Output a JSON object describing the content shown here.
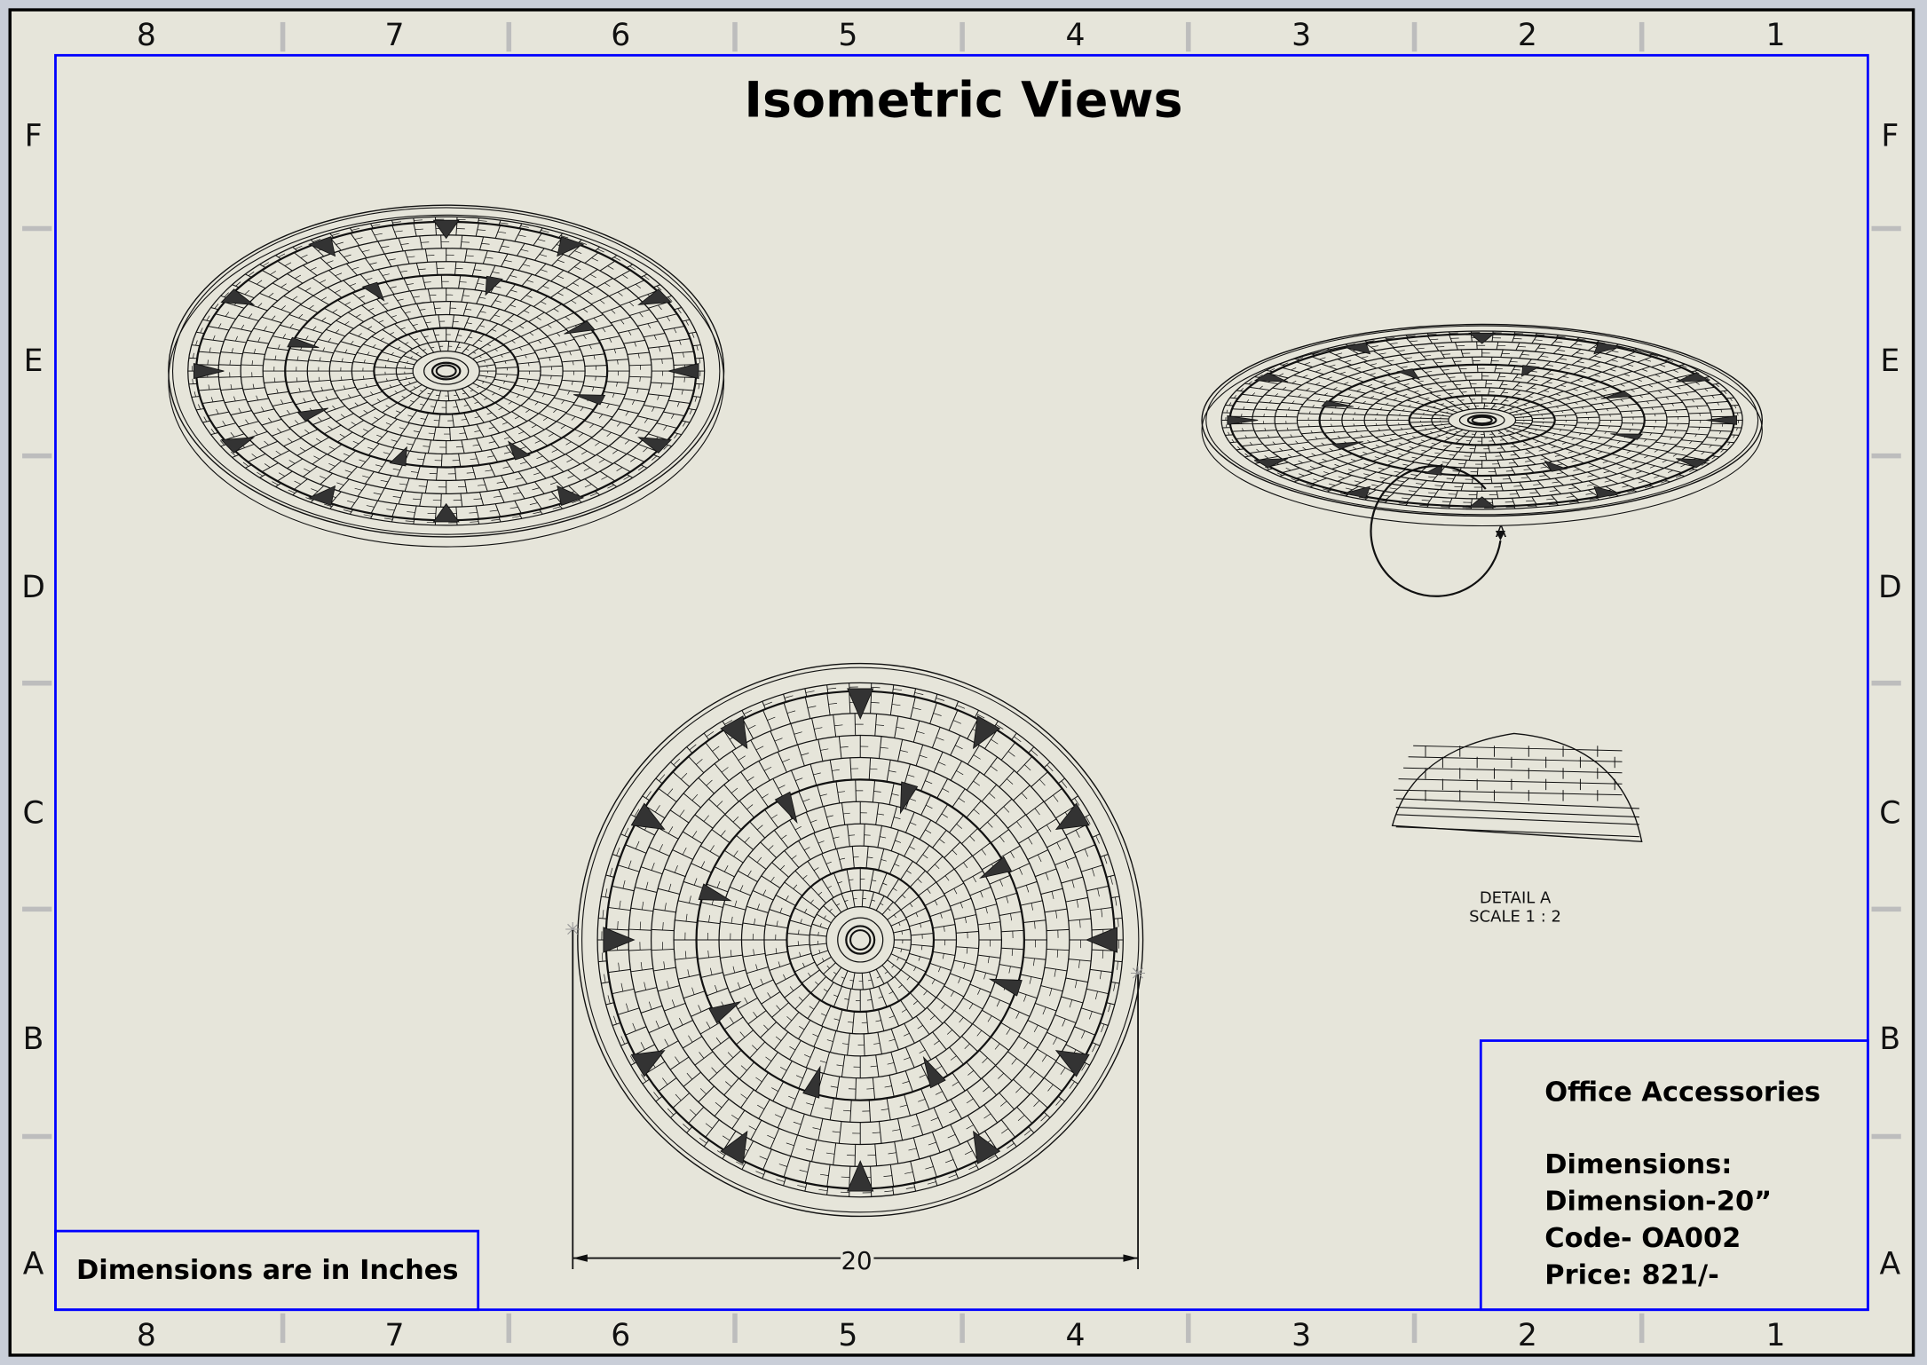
{
  "sheet": {
    "title": "Isometric Views",
    "columns": [
      "8",
      "7",
      "6",
      "5",
      "4",
      "3",
      "2",
      "1"
    ],
    "rows": [
      "F",
      "E",
      "D",
      "C",
      "B",
      "A"
    ],
    "units_note": "Dimensions are in Inches"
  },
  "views": {
    "detail_marker": "A",
    "detail_label": "DETAIL A",
    "detail_scale": "SCALE 1 : 2",
    "dimension_value": "20"
  },
  "title_block": {
    "heading": "Office Accessories",
    "line1": "Dimensions:",
    "line2": "Dimension-20”",
    "line3": "Code- OA002",
    "line4": "Price: 821/-"
  },
  "colors": {
    "paper": "#e6e5da",
    "border_blue": "#0000ff",
    "line": "#111111"
  }
}
